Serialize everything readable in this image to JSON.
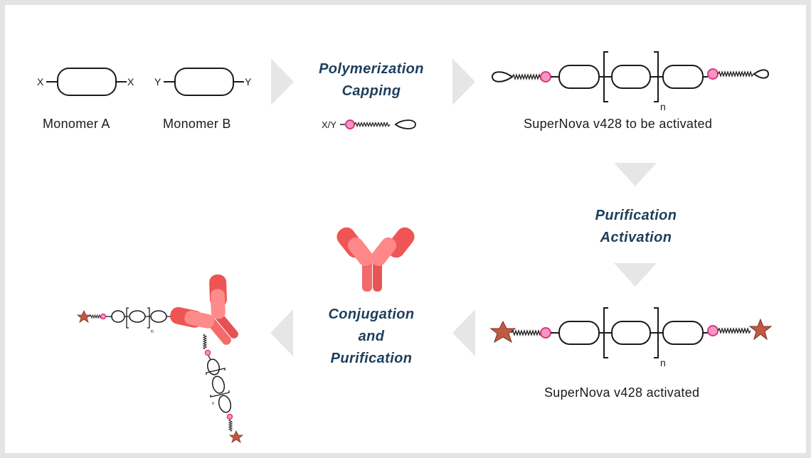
{
  "monomers": {
    "a": {
      "label": "Monomer A",
      "end": "X"
    },
    "b": {
      "label": "Monomer B",
      "end": "Y"
    }
  },
  "capping_agent": {
    "end": "X/Y"
  },
  "steps": {
    "step1": [
      "Polymerization",
      "Capping"
    ],
    "step2": [
      "Purification",
      "Activation"
    ],
    "step3": [
      "Conjugation",
      "and",
      "Purification"
    ]
  },
  "products": {
    "to_be_activated": {
      "label": "SuperNova v428 to be activated",
      "repeat": "n"
    },
    "activated": {
      "label": "SuperNova v428 activated",
      "repeat": "n"
    },
    "conjugate_repeat": "n"
  },
  "colors": {
    "step_text": "#1d3f5c",
    "arrow": "#e6e6e6",
    "linker_dot": "#f596c4",
    "linker_dot_outline": "#e0367f",
    "antibody": "#f25a5a",
    "star": "#c05a42"
  },
  "icons": [
    "flow-arrow-icon",
    "antibody-icon",
    "star-icon"
  ]
}
